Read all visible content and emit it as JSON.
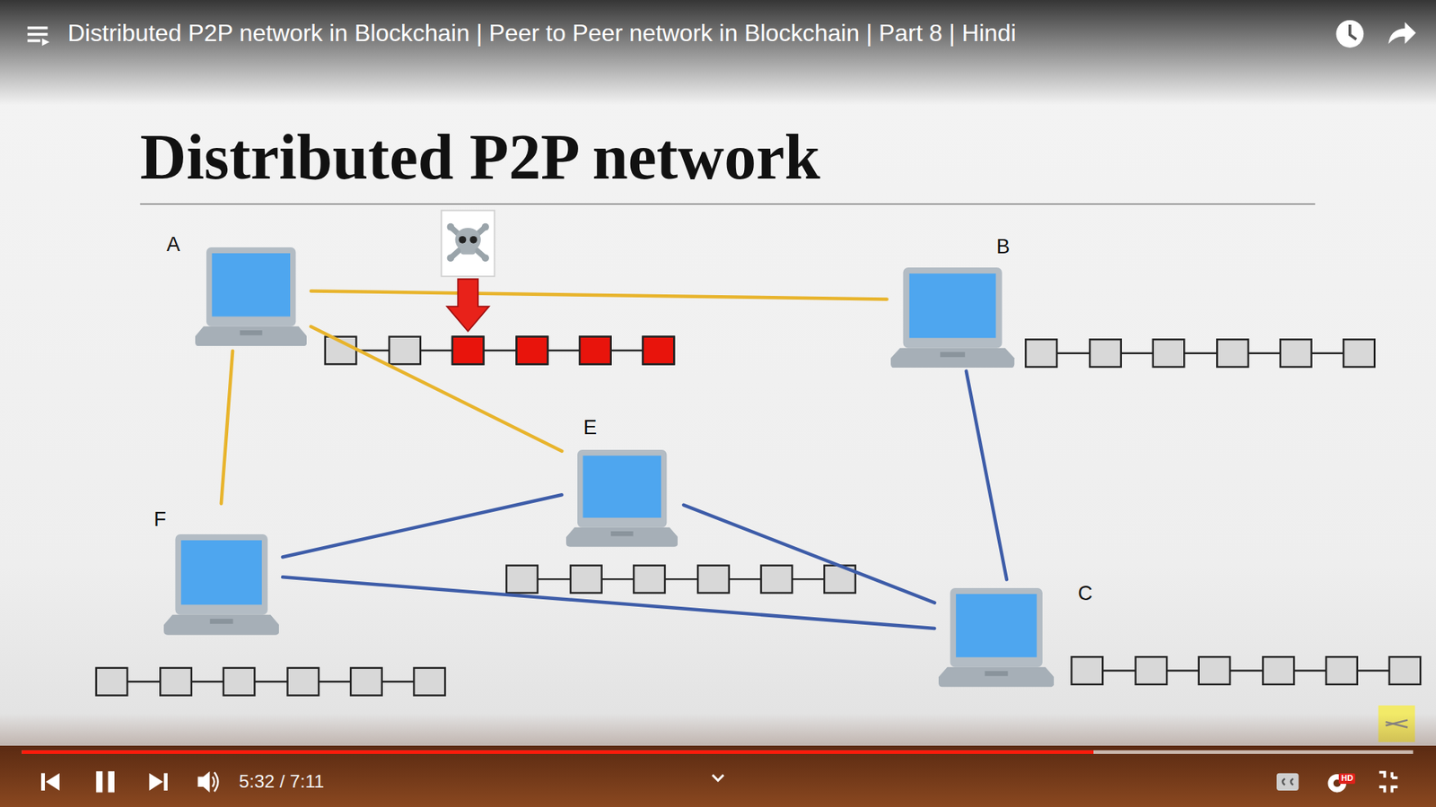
{
  "diagram": {
    "title": "Distributed P2P network",
    "nodes": [
      {
        "text": [
          "A"
        ]
      },
      {
        "text": [
          "B"
        ]
      },
      {
        "text": [
          "E"
        ]
      },
      {
        "text": [
          "F"
        ]
      },
      {
        "text": [
          "C"
        ]
      }
    ],
    "edges": [
      {
        "from": 0,
        "to": 1,
        "arrow": "none"
      },
      {
        "from": 0,
        "to": 2,
        "arrow": "none"
      },
      {
        "from": 0,
        "to": 3,
        "arrow": "none"
      },
      {
        "from": 1,
        "to": 4,
        "arrow": "none"
      },
      {
        "from": 2,
        "to": 3,
        "arrow": "none"
      },
      {
        "from": 2,
        "to": 4,
        "arrow": "none"
      },
      {
        "from": 3,
        "to": 4,
        "arrow": "none"
      }
    ],
    "labels": [
      "Distributed P2P network in Blockchain | Peer to Peer network in Blockchain | Part 8 | Hindi",
      "5:32 / 7:11",
      "HD"
    ]
  }
}
